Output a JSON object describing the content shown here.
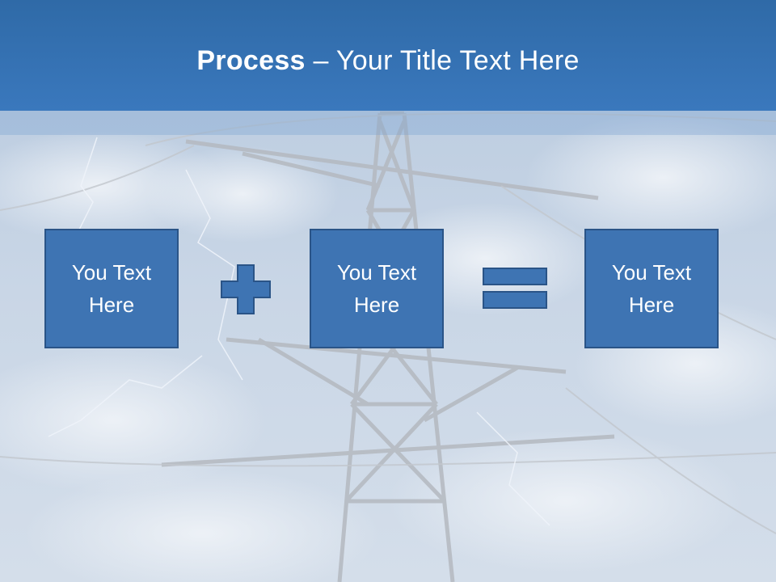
{
  "slide": {
    "title_bold": "Process",
    "title_rest": " – Your Title Text Here",
    "boxes": [
      {
        "label": "You Text Here"
      },
      {
        "label": "You Text Here"
      },
      {
        "label": "You Text Here"
      }
    ],
    "operators": [
      "plus-icon",
      "equals-icon"
    ],
    "colors": {
      "header": "#3a78bd",
      "box": "#3e74b3",
      "box_border": "#2a5487"
    }
  }
}
